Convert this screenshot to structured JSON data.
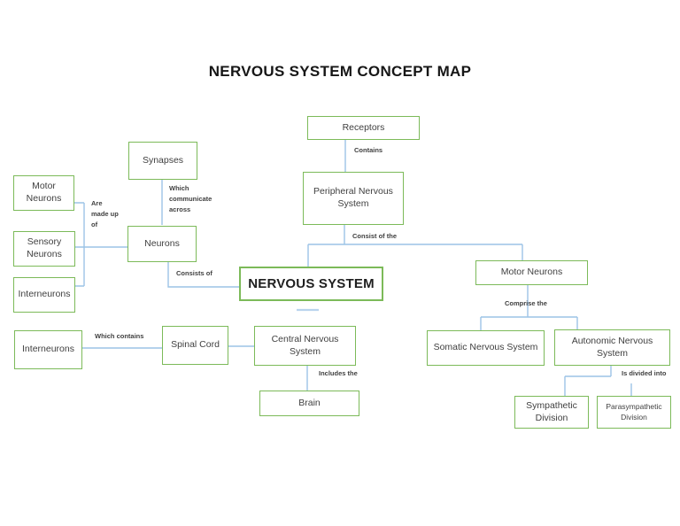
{
  "title": "NERVOUS SYSTEM CONCEPT MAP",
  "colors": {
    "box_border": "#7cba59",
    "major_box_border": "#7cba59",
    "connector": "#9cc3e6",
    "text": "#3f3f3f",
    "title_text": "#161616"
  },
  "nodes": {
    "receptors": {
      "label": "Receptors"
    },
    "peripheral": {
      "label": "Peripheral Nervous System"
    },
    "synapses": {
      "label": "Synapses"
    },
    "motor_left": {
      "label": "Motor Neurons"
    },
    "sensory": {
      "label": "Sensory Neurons"
    },
    "interneurons_top": {
      "label": "Interneurons"
    },
    "neurons": {
      "label": "Neurons"
    },
    "nervous_system": {
      "label": "NERVOUS SYSTEM"
    },
    "motor_right": {
      "label": "Motor Neurons"
    },
    "somatic": {
      "label": "Somatic Nervous System"
    },
    "autonomic": {
      "label": "Autonomic Nervous System"
    },
    "sympathetic": {
      "label": "Sympathetic Division"
    },
    "parasympathetic": {
      "label": "Parasympathetic Division"
    },
    "interneurons_bottom": {
      "label": "Interneurons"
    },
    "spinal_cord": {
      "label": "Spinal Cord"
    },
    "central": {
      "label": "Central Nervous System"
    },
    "brain": {
      "label": "Brain"
    }
  },
  "edge_labels": {
    "contains": "Contains",
    "consist_of_the": "Consist of the",
    "comprise_the": "Comprise the",
    "is_divided_into": "Is divided into",
    "consists_of": "Consists of",
    "which_communicate": "Which\ncommunicate\nacross",
    "are_made_up": "Are\nmade up\nof",
    "which_contains": "Which contains",
    "includes_the": "Includes the"
  }
}
